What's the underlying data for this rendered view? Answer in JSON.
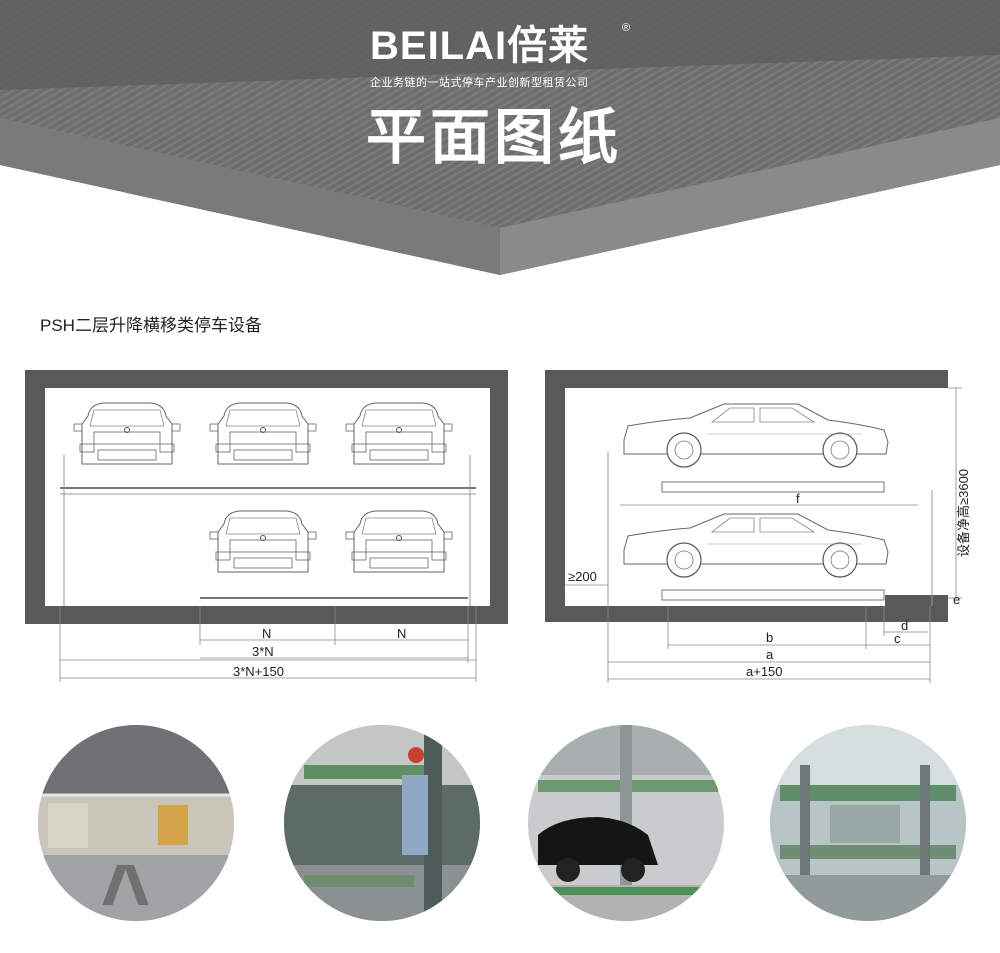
{
  "header": {
    "brand_name": "BEILAI倍莱",
    "registered_mark": "®",
    "slogan": "企业务链的一站式停车产业创新型租赁公司",
    "page_heading": "平面图纸"
  },
  "section_title": "PSH二层升降横移类停车设备",
  "front_view": {
    "dimension_labels": {
      "n_left": "N",
      "n_right": "N",
      "three_n": "3*N",
      "total": "3*N+150"
    }
  },
  "side_view": {
    "dimension_labels": {
      "height": "设备净高≥3600",
      "clearance": "≥200",
      "f": "f",
      "b": "b",
      "a": "a",
      "total": "a+150",
      "c": "c",
      "d": "d",
      "e": "e"
    }
  },
  "photos": [
    {
      "icon": "parking-garage-photo-1"
    },
    {
      "icon": "parking-lift-control-panel-photo"
    },
    {
      "icon": "parking-lift-with-car-photo"
    },
    {
      "icon": "parking-lift-structure-photo"
    }
  ],
  "colors": {
    "banner_dark": "#5a5a5a",
    "banner_light": "#8b8b8b",
    "wall": "#595959",
    "line": "#777777"
  }
}
